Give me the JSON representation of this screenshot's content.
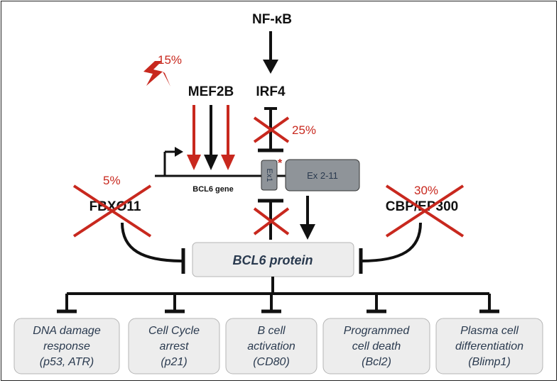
{
  "upstream": {
    "nfkb": "NF-κB",
    "mef2b": "MEF2B",
    "irf4": "IRF4"
  },
  "percentages": {
    "mef2b_mutation": "15%",
    "irf4_block": "25%",
    "fbxo11": "5%",
    "crebbp": "30%"
  },
  "gene": {
    "label": "BCL6 gene",
    "exon1": "Ex1",
    "exon_rest": "Ex 2-11",
    "asterisk": "*"
  },
  "regulators": {
    "left": "FBXO11",
    "right": "CBP/EP300"
  },
  "protein": {
    "label": "BCL6 protein"
  },
  "targets": [
    {
      "lines": [
        "DNA damage",
        "response",
        "(p53, ATR)"
      ]
    },
    {
      "lines": [
        "Cell Cycle",
        "arrest",
        "(p21)"
      ]
    },
    {
      "lines": [
        "B cell",
        "activation",
        "(CD80)"
      ]
    },
    {
      "lines": [
        "Programmed",
        "cell death",
        "(Bcl2)"
      ]
    },
    {
      "lines": [
        "Plasma cell",
        "differentiation",
        "(Blimp1)"
      ]
    }
  ],
  "colors": {
    "red": "#c8281e",
    "black": "#111111",
    "box_fill": "#ededed",
    "exon_fill": "#8f9499",
    "target_text": "#2a3a4f"
  },
  "icons": {
    "mutation": "lightning-bolt-icon",
    "block": "red-x-icon"
  }
}
